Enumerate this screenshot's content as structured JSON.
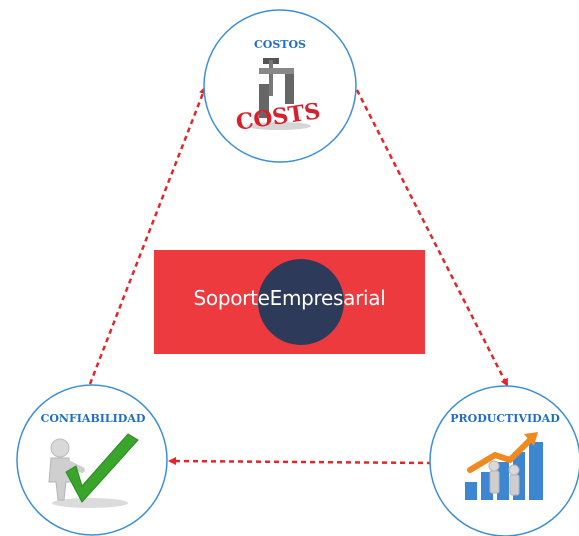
{
  "nodes": {
    "costos": {
      "label": "COSTOS",
      "image_word": "COSTS"
    },
    "confiabilidad": {
      "label": "CONFIABILIDAD"
    },
    "productividad": {
      "label": "PRODUCTIVIDAD"
    }
  },
  "logo": {
    "word1": "Soporte",
    "word2": "Empresarial"
  },
  "colors": {
    "label_blue": "#1F6EC2",
    "circle_outline": "#3B8FD9",
    "arrow_red": "#E3262A",
    "logo_red": "#EC3A3F",
    "logo_navy": "#2E3A59",
    "check_green": "#3AA52B",
    "bar_blue": "#3C86D2",
    "growth_orange": "#F08A1E"
  }
}
